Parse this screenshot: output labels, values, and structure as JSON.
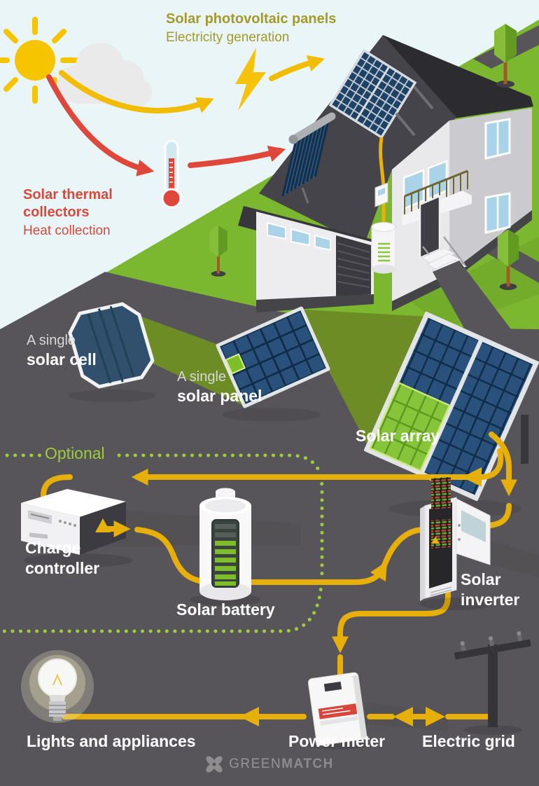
{
  "header": {
    "pv": {
      "title": "Solar photovoltaic panels",
      "subtitle": "Electricity generation"
    },
    "thermal": {
      "title_line1": "Solar thermal",
      "title_line2": "collectors",
      "subtitle": "Heat collection"
    }
  },
  "components": {
    "cell": {
      "line1": "A single",
      "line2": "solar cell"
    },
    "panel": {
      "line1": "A single",
      "line2": "solar panel"
    },
    "array": {
      "label": "Solar array"
    },
    "optional": {
      "label": "Optional"
    },
    "charge_controller": {
      "line1": "Charge",
      "line2": "controller"
    },
    "battery": {
      "label": "Solar battery"
    },
    "inverter": {
      "line1": "Solar",
      "line2": "inverter"
    },
    "lights": {
      "label": "Lights and appliances"
    },
    "power_meter": {
      "label": "Power meter"
    },
    "electric_grid": {
      "label": "Electric grid"
    }
  },
  "footer": {
    "brand_first": "GREEN",
    "brand_second": "MATCH"
  },
  "palette": {
    "sky": "#e9f5f7",
    "grass": "#7cb82f",
    "ground_dark_gray": "#575559",
    "flow_yellow": "#e7af0a",
    "sun_yellow": "#f7c400",
    "heat_red": "#e0473b",
    "pv_label_olive": "#a39a2b",
    "optional_green": "#9fcc3b",
    "beam_olive": "#6e8c25",
    "highlight_green": "#7fbe2b",
    "panel_blue": "#2a517b",
    "white": "#ffffff",
    "brand_gray": "#8e8a8e"
  }
}
